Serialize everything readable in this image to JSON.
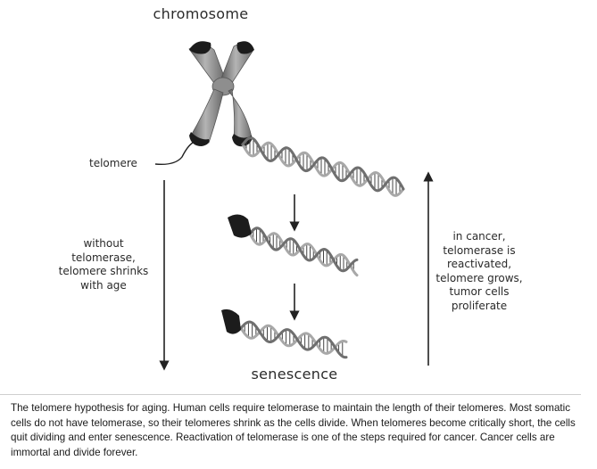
{
  "diagram": {
    "title": "chromosome",
    "telomere_label": "telomere",
    "left_label": "without telomerase, telomere shrinks with age",
    "right_label": "in cancer, telomerase is reactivated, telomere grows, tumor cells proliferate",
    "bottom_label": "senescence",
    "colors": {
      "chromosome": "#8a8a8a",
      "telomere_cap": "#1c1c1c",
      "dna_strand": "#9a9a9a",
      "dna_rungs": "#444444",
      "arrows": "#222222"
    }
  },
  "caption": "The telomere hypothesis for aging. Human cells require telomerase to maintain the length of their telomeres. Most somatic cells do not have telomerase, so their telomeres shrink as the cells divide. When telomeres become critically short, the cells quit dividing and enter senescence. Reactivation of telomerase is one of the steps required for cancer. Cancer cells are immortal and divide forever."
}
